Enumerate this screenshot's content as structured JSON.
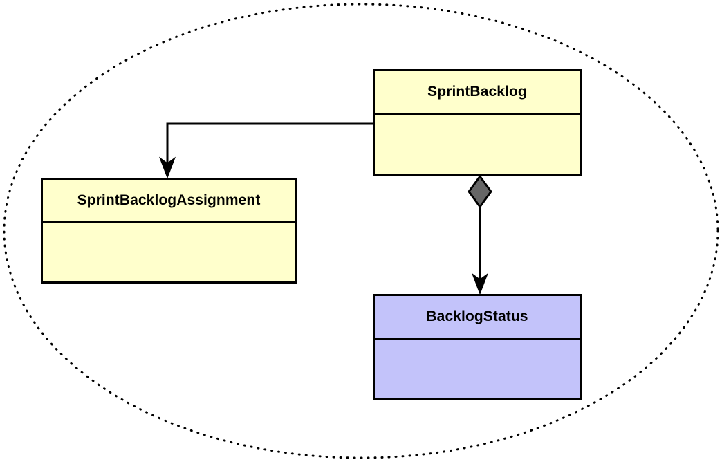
{
  "diagram": {
    "type": "uml-class-diagram",
    "background_color": "#ffffff",
    "stroke_color": "#000000",
    "grouping": {
      "shape": "ellipse",
      "border_style": "dotted",
      "border_color": "#000000",
      "label": ""
    },
    "nodes": [
      {
        "id": "sprintbacklog",
        "name": "SprintBacklog",
        "fill_color": "#ffffcc",
        "border_color": "#000000",
        "text_color": "#000000",
        "attributes": [],
        "operations": []
      },
      {
        "id": "sprintbacklogassignment",
        "name": "SprintBacklogAssignment",
        "fill_color": "#ffffcc",
        "border_color": "#000000",
        "text_color": "#000000",
        "attributes": [],
        "operations": []
      },
      {
        "id": "backlogstatus",
        "name": "BacklogStatus",
        "fill_color": "#c3c3fa",
        "border_color": "#000000",
        "text_color": "#000000",
        "attributes": [],
        "operations": []
      }
    ],
    "edges": [
      {
        "id": "edge-sprintbacklog-to-assignment",
        "from": "sprintbacklog",
        "to": "sprintbacklogassignment",
        "relationship": "association",
        "source_decoration": "none",
        "target_decoration": "filled-arrow",
        "label": "",
        "line_color": "#000000"
      },
      {
        "id": "edge-sprintbacklog-to-backlogstatus",
        "from": "sprintbacklog",
        "to": "backlogstatus",
        "relationship": "composition",
        "source_decoration": "filled-diamond",
        "target_decoration": "filled-arrow",
        "diamond_color": "#666666",
        "label": "",
        "line_color": "#000000"
      }
    ]
  }
}
